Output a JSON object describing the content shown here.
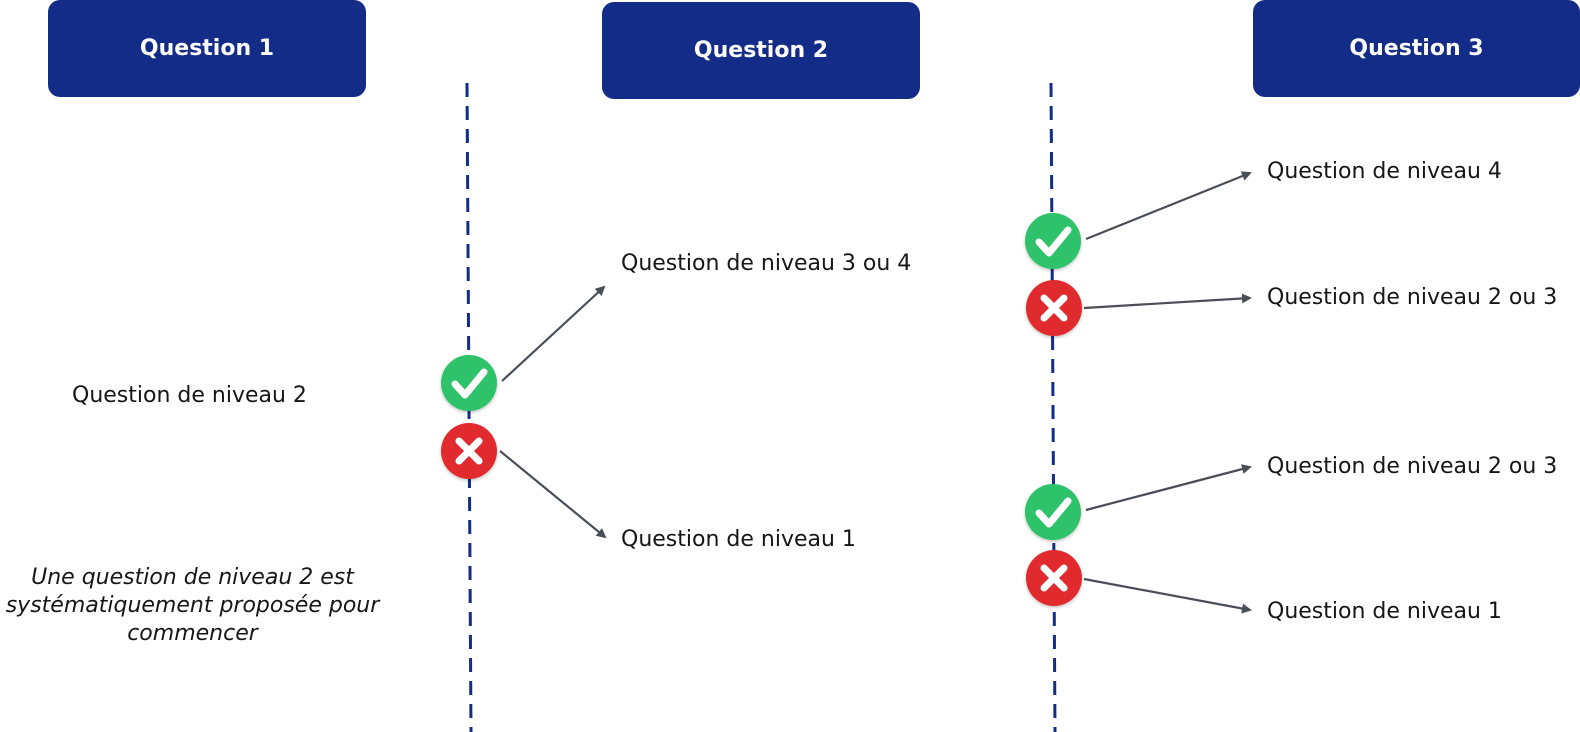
{
  "columns": [
    {
      "title": "Question 1"
    },
    {
      "title": "Question 2"
    },
    {
      "title": "Question 3"
    }
  ],
  "start": {
    "label": "Question de niveau 2",
    "note": "Une question de niveau 2 est systématiquement proposée pour commencer"
  },
  "question2_outcomes": {
    "correct": "Question de niveau 3 ou 4",
    "incorrect": "Question de niveau 1"
  },
  "question3_outcomes": {
    "upper_correct": "Question de niveau 4",
    "upper_incorrect": "Question de niveau 2 ou 3",
    "lower_correct": "Question de niveau 2 ou 3",
    "lower_incorrect": "Question de niveau 1"
  },
  "colors": {
    "header_bg": "#132c88",
    "header_text": "#ffffff",
    "divider": "#132c88",
    "correct": "#2ec26a",
    "incorrect": "#e02a2f",
    "arrow": "#4a4f57"
  },
  "icons": {
    "correct": "check-circle-icon",
    "incorrect": "cross-circle-icon"
  }
}
